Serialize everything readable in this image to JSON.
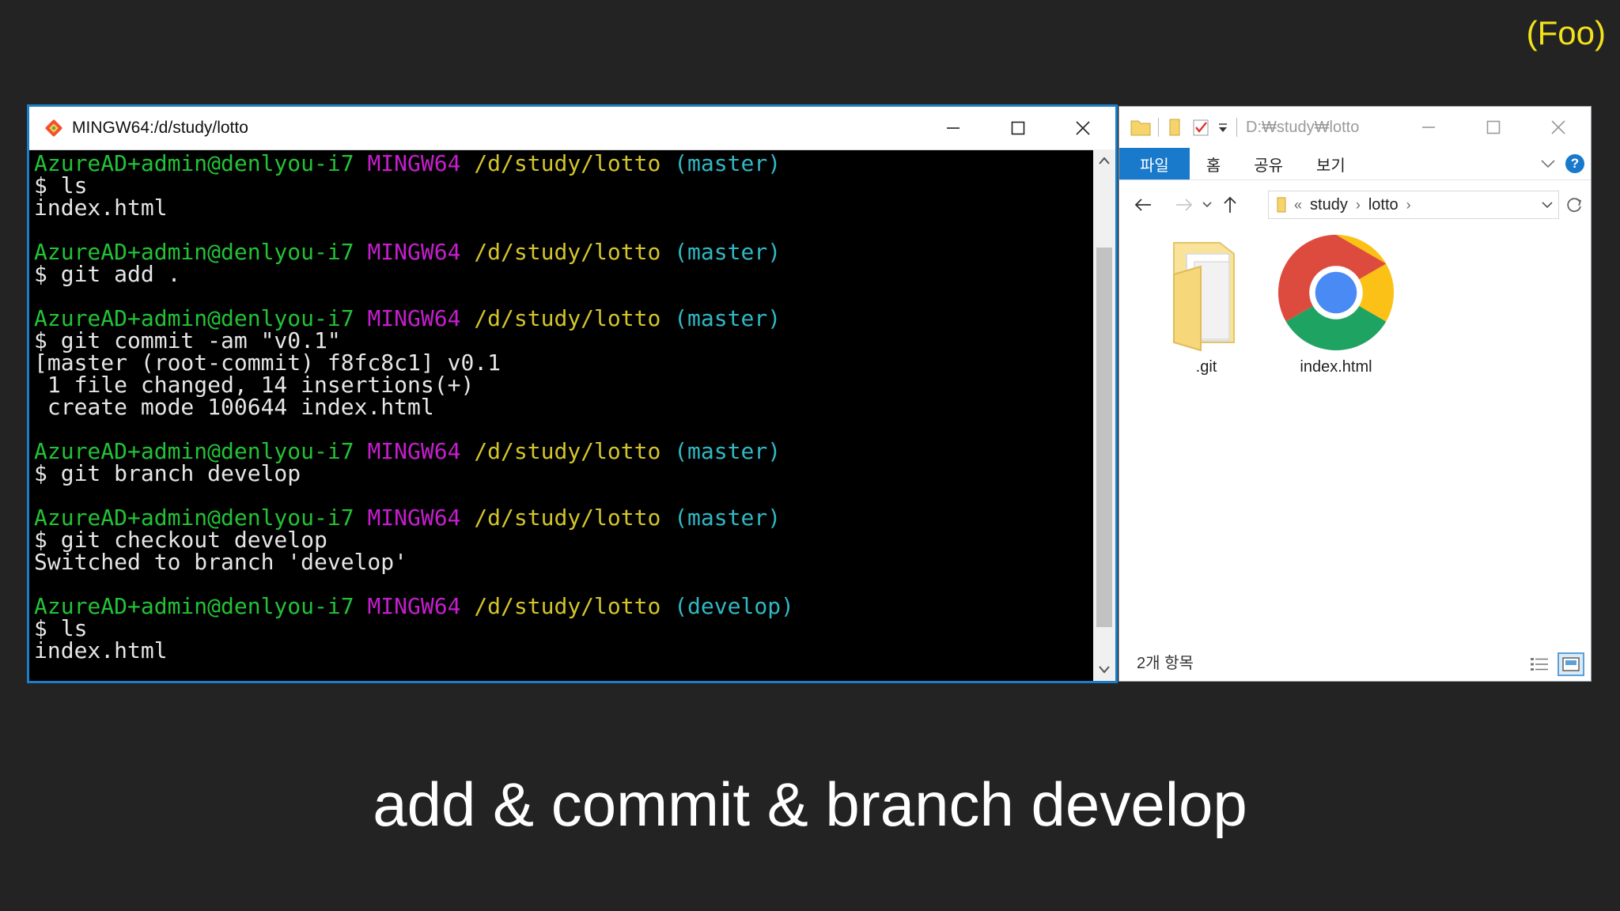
{
  "brand": "(Foo)",
  "caption": "add & commit & branch develop",
  "terminal": {
    "title": "MINGW64:/d/study/lotto",
    "lines": [
      {
        "type": "prompt",
        "user": "AzureAD+admin@denlyou-i7",
        "msys": "MINGW64",
        "path": "/d/study/lotto",
        "branch": "(master)"
      },
      {
        "type": "text",
        "text": "$ ls"
      },
      {
        "type": "text",
        "text": "index.html"
      },
      {
        "type": "blank",
        "text": ""
      },
      {
        "type": "prompt",
        "user": "AzureAD+admin@denlyou-i7",
        "msys": "MINGW64",
        "path": "/d/study/lotto",
        "branch": "(master)"
      },
      {
        "type": "text",
        "text": "$ git add ."
      },
      {
        "type": "blank",
        "text": ""
      },
      {
        "type": "prompt",
        "user": "AzureAD+admin@denlyou-i7",
        "msys": "MINGW64",
        "path": "/d/study/lotto",
        "branch": "(master)"
      },
      {
        "type": "text",
        "text": "$ git commit -am \"v0.1\""
      },
      {
        "type": "text",
        "text": "[master (root-commit) f8fc8c1] v0.1"
      },
      {
        "type": "text",
        "text": " 1 file changed, 14 insertions(+)"
      },
      {
        "type": "text",
        "text": " create mode 100644 index.html"
      },
      {
        "type": "blank",
        "text": ""
      },
      {
        "type": "prompt",
        "user": "AzureAD+admin@denlyou-i7",
        "msys": "MINGW64",
        "path": "/d/study/lotto",
        "branch": "(master)"
      },
      {
        "type": "text",
        "text": "$ git branch develop"
      },
      {
        "type": "blank",
        "text": ""
      },
      {
        "type": "prompt",
        "user": "AzureAD+admin@denlyou-i7",
        "msys": "MINGW64",
        "path": "/d/study/lotto",
        "branch": "(master)"
      },
      {
        "type": "text",
        "text": "$ git checkout develop"
      },
      {
        "type": "text",
        "text": "Switched to branch 'develop'"
      },
      {
        "type": "blank",
        "text": ""
      },
      {
        "type": "prompt",
        "user": "AzureAD+admin@denlyou-i7",
        "msys": "MINGW64",
        "path": "/d/study/lotto",
        "branch": "(develop)"
      },
      {
        "type": "text",
        "text": "$ ls"
      },
      {
        "type": "text",
        "text": "index.html"
      }
    ]
  },
  "explorer": {
    "title": "D:₩study₩lotto",
    "tabs": [
      {
        "label": "파일",
        "active": true
      },
      {
        "label": "홈",
        "active": false
      },
      {
        "label": "공유",
        "active": false
      },
      {
        "label": "보기",
        "active": false
      }
    ],
    "help": "?",
    "address": {
      "overflow": "«",
      "crumbs": [
        "study",
        "lotto"
      ]
    },
    "files": [
      {
        "name": ".git",
        "icon": "folder-icon"
      },
      {
        "name": "index.html",
        "icon": "chrome-icon"
      }
    ],
    "status": "2개 항목"
  },
  "colors": {
    "user": "#23c236",
    "msys": "#c51ecc",
    "path": "#d3c52a",
    "branch": "#30b8c4",
    "accent": "#1979ca",
    "brand": "#f2e21a"
  }
}
